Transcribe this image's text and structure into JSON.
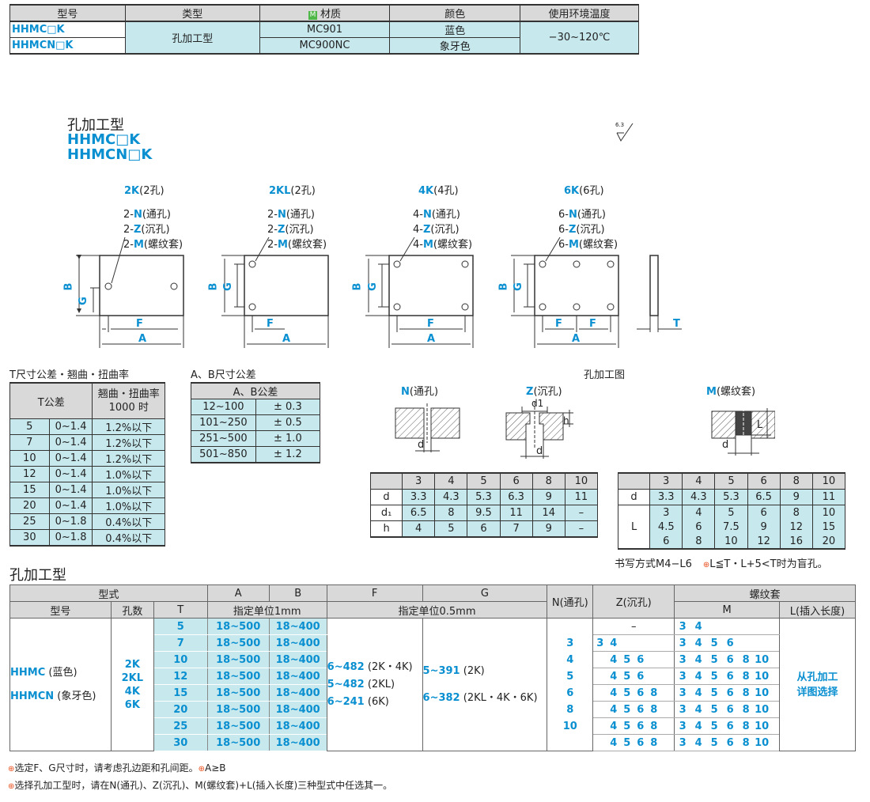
{
  "top_table": {
    "headers": [
      "型号",
      "类型",
      "材质",
      "颜色",
      "使用环境温度"
    ],
    "material_badge": "M",
    "rows": [
      {
        "code": "HHMC□K",
        "material": "MC901",
        "color": "蓝色"
      },
      {
        "code": "HHMCN□K",
        "material": "MC900NC",
        "color": "象牙色"
      }
    ],
    "type": "孔加工型",
    "temperature": "−30~120℃"
  },
  "section1": {
    "title": "孔加工型",
    "code1": "HHMC□K",
    "code2": "HHMCN□K",
    "roughness": "6.3"
  },
  "diagrams": [
    {
      "title_code": "2K",
      "title_rest": "(2孔)",
      "l1": "2-",
      "n": "N",
      "n_rest": "(通孔)",
      "z": "Z",
      "z_rest": "(沉孔)",
      "m": "M",
      "m_rest": "(螺纹套)"
    },
    {
      "title_code": "2KL",
      "title_rest": "(2孔)",
      "l1": "2-",
      "n": "N",
      "n_rest": "(通孔)",
      "z": "Z",
      "z_rest": "(沉孔)",
      "m": "M",
      "m_rest": "(螺纹套)"
    },
    {
      "title_code": "4K",
      "title_rest": "(4孔)",
      "l1": "4-",
      "n": "N",
      "n_rest": "(通孔)",
      "z": "Z",
      "z_rest": "(沉孔)",
      "m": "M",
      "m_rest": "(螺纹套)"
    },
    {
      "title_code": "6K",
      "title_rest": "(6孔)",
      "l1": "6-",
      "n": "N",
      "n_rest": "(通孔)",
      "z": "Z",
      "z_rest": "(沉孔)",
      "m": "M",
      "m_rest": "(螺纹套)"
    }
  ],
  "dim_labels": {
    "A": "A",
    "B": "B",
    "F": "F",
    "G": "G",
    "T": "T"
  },
  "t_table": {
    "caption": "T尺寸公差・翘曲・扭曲率",
    "h1": "T公差",
    "h2": "翘曲・扭曲率1000 时",
    "rows": [
      [
        "5",
        "0~1.4",
        "1.2%以下"
      ],
      [
        "7",
        "0~1.4",
        "1.2%以下"
      ],
      [
        "10",
        "0~1.4",
        "1.2%以下"
      ],
      [
        "12",
        "0~1.4",
        "1.0%以下"
      ],
      [
        "15",
        "0~1.4",
        "1.0%以下"
      ],
      [
        "20",
        "0~1.4",
        "1.0%以下"
      ],
      [
        "25",
        "0~1.8",
        "0.4%以下"
      ],
      [
        "30",
        "0~1.8",
        "0.4%以下"
      ]
    ]
  },
  "ab_table": {
    "caption": "A、B尺寸公差",
    "header": "A、B公差",
    "rows": [
      [
        "12~100",
        "± 0.3"
      ],
      [
        "101~250",
        "± 0.5"
      ],
      [
        "251~500",
        "± 1.0"
      ],
      [
        "501~850",
        "± 1.2"
      ]
    ]
  },
  "hole_section": {
    "title": "孔加工图",
    "n_code": "N",
    "n_label": "(通孔)",
    "z_code": "Z",
    "z_label": "(沉孔)",
    "m_code": "M",
    "m_label": "(螺纹套)",
    "d": "d",
    "d1": "d1",
    "h": "h",
    "L": "L"
  },
  "nz_table": {
    "header": [
      "",
      "3",
      "4",
      "5",
      "6",
      "8",
      "10"
    ],
    "rows": [
      [
        "d",
        "3.3",
        "4.3",
        "5.3",
        "6.3",
        "9",
        "11"
      ],
      [
        "d₁",
        "6.5",
        "8",
        "9.5",
        "11",
        "14",
        "–"
      ],
      [
        "h",
        "4",
        "5",
        "6",
        "7",
        "9",
        "–"
      ]
    ]
  },
  "m_table": {
    "header": [
      "",
      "3",
      "4",
      "5",
      "6",
      "8",
      "10"
    ],
    "d_row": [
      "d",
      "3.3",
      "4.3",
      "5.3",
      "6.5",
      "9",
      "11"
    ],
    "L_label": "L",
    "L_rows": [
      [
        "3",
        "4",
        "5",
        "6",
        "8",
        "10"
      ],
      [
        "4.5",
        "6",
        "7.5",
        "9",
        "12",
        "15"
      ],
      [
        "6",
        "8",
        "10",
        "12",
        "16",
        "20"
      ]
    ],
    "note_a": "书写方式M4−L6",
    "note_b": "L≦T・L+5<T时为盲孔。"
  },
  "section2": {
    "title": "孔加工型"
  },
  "main_table": {
    "h_model": "型式",
    "h_A": "A",
    "h_B": "B",
    "h_F": "F",
    "h_G": "G",
    "h_N": "N(通孔)",
    "h_Z": "Z(沉孔)",
    "h_sleeve": "螺纹套",
    "h_code": "型号",
    "h_holes": "孔数",
    "h_T": "T",
    "h_unit1": "指定单位1mm",
    "h_unit05": "指定单位0.5mm",
    "h_M": "M",
    "h_L": "L(插入长度)",
    "model1": "HHMC",
    "model1_color": "(蓝色)",
    "model2": "HHMCN",
    "model2_color": "(象牙色)",
    "holes": [
      "2K",
      "2KL",
      "4K",
      "6K"
    ],
    "f_lines": [
      {
        "range": "6~482",
        "type": "(2K・4K)"
      },
      {
        "range": "5~482",
        "type": "(2KL)"
      },
      {
        "range": "6~241",
        "type": "(6K)"
      }
    ],
    "g_lines": [
      {
        "range": "5~391",
        "type": "(2K)"
      },
      {
        "range": "6~382",
        "type": "(2KL・4K・6K)"
      }
    ],
    "l_note": "从孔加工详图选择",
    "rows": [
      {
        "T": "5",
        "A": "18~500",
        "B": "18~400",
        "N": "",
        "Z": [
          "–"
        ],
        "M": [
          "3",
          "4"
        ]
      },
      {
        "T": "7",
        "A": "18~500",
        "B": "18~400",
        "N": "3",
        "Z": [
          "3",
          "4"
        ],
        "M": [
          "3",
          "4",
          "5",
          "6"
        ]
      },
      {
        "T": "10",
        "A": "18~500",
        "B": "18~400",
        "N": "4",
        "Z": [
          "",
          "4",
          "5",
          "6"
        ],
        "M": [
          "3",
          "4",
          "5",
          "6",
          "8",
          "10"
        ]
      },
      {
        "T": "12",
        "A": "18~500",
        "B": "18~400",
        "N": "5",
        "Z": [
          "",
          "4",
          "5",
          "6"
        ],
        "M": [
          "3",
          "4",
          "5",
          "6",
          "8",
          "10"
        ]
      },
      {
        "T": "15",
        "A": "18~500",
        "B": "18~400",
        "N": "6",
        "Z": [
          "",
          "4",
          "5",
          "6",
          "8"
        ],
        "M": [
          "3",
          "4",
          "5",
          "6",
          "8",
          "10"
        ]
      },
      {
        "T": "20",
        "A": "18~500",
        "B": "18~400",
        "N": "8",
        "Z": [
          "",
          "4",
          "5",
          "6",
          "8"
        ],
        "M": [
          "3",
          "4",
          "5",
          "6",
          "8",
          "10"
        ]
      },
      {
        "T": "25",
        "A": "18~500",
        "B": "18~400",
        "N": "10",
        "Z": [
          "",
          "4",
          "5",
          "6",
          "8"
        ],
        "M": [
          "3",
          "4",
          "5",
          "6",
          "8",
          "10"
        ]
      },
      {
        "T": "30",
        "A": "18~500",
        "B": "18~400",
        "N": "",
        "Z": [
          "",
          "4",
          "5",
          "6",
          "8"
        ],
        "M": [
          "3",
          "4",
          "5",
          "6",
          "8",
          "10"
        ]
      }
    ]
  },
  "notes": {
    "n1": "选定F、G尺寸时，请考虑孔边距和孔间距。",
    "n1b": "A≥B",
    "n2": "选择孔加工型时，请在N(通孔)、Z(沉孔)、M(螺纹套)+L(插入长度)三种型式中任选其一。"
  },
  "colors": {
    "accent": "#0a8fd0",
    "cyan": "#c7e9ee",
    "header": "#d9d9d9",
    "badge": "#4db848",
    "warn": "#e8501f"
  }
}
